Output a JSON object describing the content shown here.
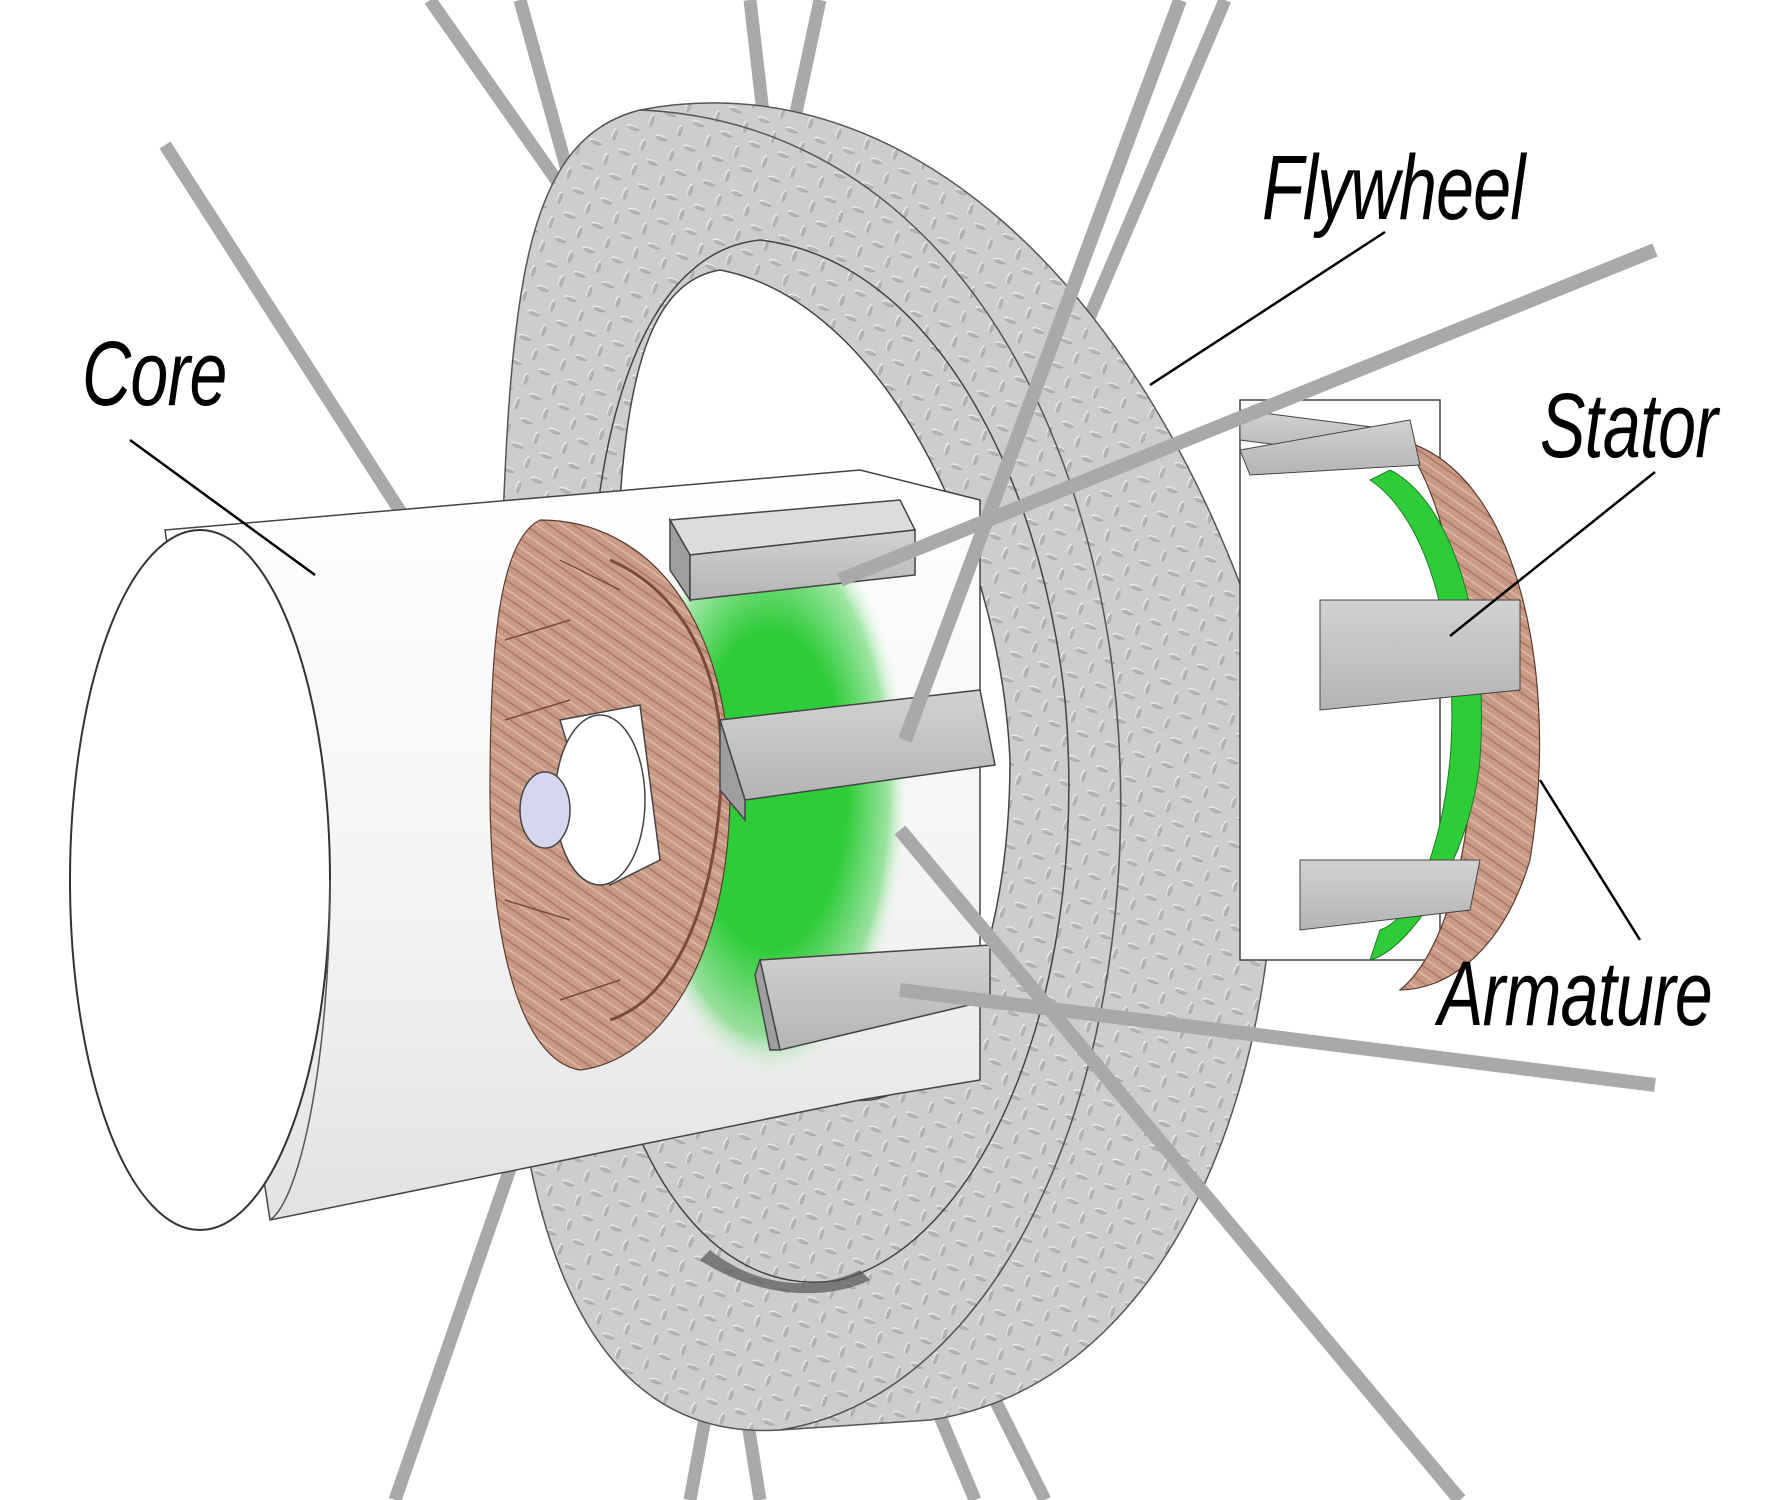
{
  "labels": {
    "core": "Core",
    "flywheel": "Flywheel",
    "stator": "Stator",
    "armature": "Armature"
  },
  "colors": {
    "core_tube": "#f4f4f4",
    "flywheel": "#c9c9c9",
    "spokes": "#a9a9a9",
    "stator_ring": "#2fcc3a",
    "armature": "#c89a85",
    "stator_bars": "#bdbdbd",
    "text": "#000000"
  }
}
